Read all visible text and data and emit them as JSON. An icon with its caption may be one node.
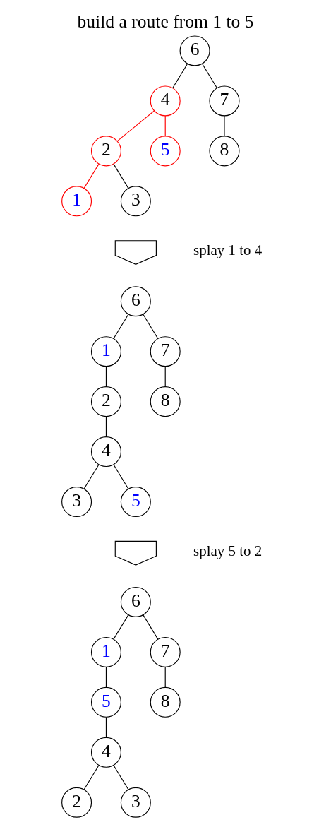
{
  "diagram": {
    "title": "build a route from 1 to 5",
    "nodes": [
      {
        "text": [
          "6"
        ]
      },
      {
        "text": [
          "4"
        ]
      },
      {
        "text": [
          "7"
        ]
      },
      {
        "text": [
          "2"
        ]
      },
      {
        "text": [
          "5"
        ]
      },
      {
        "text": [
          "8"
        ]
      },
      {
        "text": [
          "1"
        ]
      },
      {
        "text": [
          "3"
        ]
      },
      {
        "text": [],
        "shape": "arrow",
        "beside": [
          "splay 1 to 4"
        ]
      },
      {
        "text": [
          "6"
        ]
      },
      {
        "text": [
          "1"
        ]
      },
      {
        "text": [
          "7"
        ]
      },
      {
        "text": [
          "2"
        ]
      },
      {
        "text": [
          "8"
        ]
      },
      {
        "text": [
          "4"
        ]
      },
      {
        "text": [
          "3"
        ]
      },
      {
        "text": [
          "5"
        ]
      },
      {
        "text": [],
        "shape": "arrow",
        "beside": [
          "splay 5 to 2"
        ]
      },
      {
        "text": [
          "6"
        ]
      },
      {
        "text": [
          "1"
        ]
      },
      {
        "text": [
          "7"
        ]
      },
      {
        "text": [
          "5"
        ]
      },
      {
        "text": [
          "8"
        ]
      },
      {
        "text": [
          "4"
        ]
      },
      {
        "text": [
          "2"
        ]
      },
      {
        "text": [
          "3"
        ]
      }
    ],
    "edges": [
      {
        "from": 0,
        "to": 1,
        "arrow": "none"
      },
      {
        "from": 0,
        "to": 2,
        "arrow": "none"
      },
      {
        "from": 1,
        "to": 3,
        "arrow": "none",
        "color": "#ff0000"
      },
      {
        "from": 1,
        "to": 4,
        "arrow": "none",
        "color": "#ff0000"
      },
      {
        "from": 2,
        "to": 5,
        "arrow": "none"
      },
      {
        "from": 3,
        "to": 6,
        "arrow": "none",
        "color": "#ff0000"
      },
      {
        "from": 3,
        "to": 7,
        "arrow": "none"
      },
      {
        "from": 9,
        "to": 10,
        "arrow": "none"
      },
      {
        "from": 9,
        "to": 11,
        "arrow": "none"
      },
      {
        "from": 10,
        "to": 12,
        "arrow": "none"
      },
      {
        "from": 11,
        "to": 13,
        "arrow": "none"
      },
      {
        "from": 12,
        "to": 14,
        "arrow": "none"
      },
      {
        "from": 14,
        "to": 15,
        "arrow": "none"
      },
      {
        "from": 14,
        "to": 16,
        "arrow": "none"
      },
      {
        "from": 18,
        "to": 19,
        "arrow": "none"
      },
      {
        "from": 18,
        "to": 20,
        "arrow": "none"
      },
      {
        "from": 19,
        "to": 21,
        "arrow": "none"
      },
      {
        "from": 20,
        "to": 22,
        "arrow": "none"
      },
      {
        "from": 21,
        "to": 23,
        "arrow": "none"
      },
      {
        "from": 23,
        "to": 24,
        "arrow": "none"
      },
      {
        "from": 23,
        "to": 25,
        "arrow": "none"
      }
    ]
  }
}
